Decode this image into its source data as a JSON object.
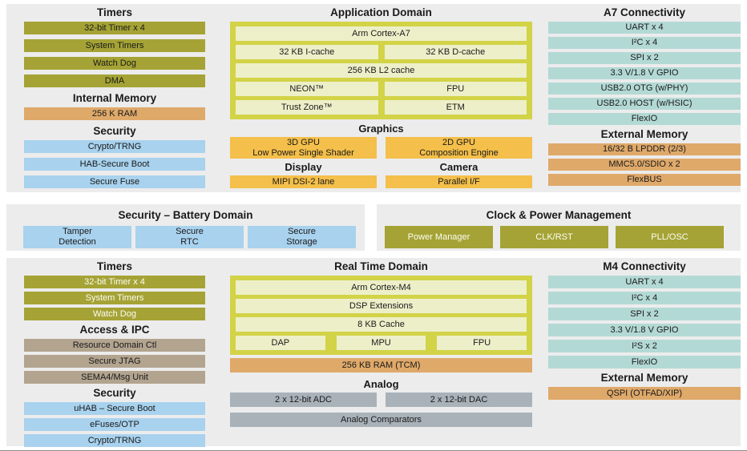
{
  "palette": {
    "panel_bg": "#ececec",
    "olive": "#a5a335",
    "memory_tan": "#dfa96a",
    "security_blue": "#a8d2ee",
    "connectivity_teal": "#b3d9d5",
    "graphics_gold": "#f4bf4a",
    "cpu_lime": "#d2d347",
    "cpu_pale_yellow": "#edefc9",
    "analog_gray": "#a9b2b9",
    "access_taupe": "#b2a48f"
  },
  "top": {
    "timers": {
      "title": "Timers",
      "items": [
        "32-bit Timer x 4",
        "System Timers",
        "Watch Dog",
        "DMA"
      ]
    },
    "internal_memory": {
      "title": "Internal Memory",
      "items": [
        "256 K RAM"
      ]
    },
    "security": {
      "title": "Security",
      "items": [
        "Crypto/TRNG",
        "HAB-Secure Boot",
        "Secure Fuse"
      ]
    },
    "application_domain": {
      "title": "Application Domain",
      "cpu": "Arm Cortex-A7",
      "icache": "32 KB I-cache",
      "dcache": "32 KB D-cache",
      "l2": "256 KB L2 cache",
      "neon": "NEON™",
      "fpu": "FPU",
      "trustzone": "Trust Zone™",
      "etm": "ETM"
    },
    "graphics": {
      "title": "Graphics",
      "gpu3d": "3D GPU\nLow Power Single Shader",
      "gpu2d": "2D GPU\nComposition Engine"
    },
    "display": {
      "title": "Display",
      "item": "MIPI DSI-2 lane"
    },
    "camera": {
      "title": "Camera",
      "item": "Parallel I/F"
    },
    "a7_connectivity": {
      "title": "A7 Connectivity",
      "items": [
        "UART x 4",
        "I²C x 4",
        "SPI x 2",
        "3.3 V/1.8 V GPIO",
        "USB2.0 OTG (w/PHY)",
        "USB2.0 HOST (w/HSIC)",
        "FlexIO"
      ]
    },
    "external_memory": {
      "title": "External Memory",
      "items": [
        "16/32 B LPDDR (2/3)",
        "MMC5.0/SDIO x 2",
        "FlexBUS"
      ]
    }
  },
  "middle": {
    "battery_domain": {
      "title": "Security – Battery Domain",
      "items": [
        "Tamper\nDetection",
        "Secure\nRTC",
        "Secure\nStorage"
      ]
    },
    "clock_power": {
      "title": "Clock & Power Management",
      "items": [
        "Power Manager",
        "CLK/RST",
        "PLL/OSC"
      ]
    }
  },
  "bottom": {
    "timers": {
      "title": "Timers",
      "items": [
        "32-bit Timer x 4",
        "System Timers",
        "Watch Dog"
      ]
    },
    "access_ipc": {
      "title": "Access & IPC",
      "items": [
        "Resource Domain Ctl",
        "Secure JTAG",
        "SEMA4/Msg Unit"
      ]
    },
    "security": {
      "title": "Security",
      "items": [
        "uHAB – Secure Boot",
        "eFuses/OTP",
        "Crypto/TRNG"
      ]
    },
    "real_time_domain": {
      "title": "Real Time Domain",
      "cpu": "Arm Cortex-M4",
      "dsp": "DSP Extensions",
      "cache": "8 KB Cache",
      "dap": "DAP",
      "mpu": "MPU",
      "fpu": "FPU"
    },
    "internal_memory": {
      "items": [
        "256 KB RAM (TCM)"
      ]
    },
    "analog": {
      "title": "Analog",
      "adc": "2 x 12-bit ADC",
      "dac": "2 x 12-bit DAC",
      "comparators": "Analog Comparators"
    },
    "m4_connectivity": {
      "title": "M4 Connectivity",
      "items": [
        "UART x 4",
        "I²C x 4",
        "SPI x 2",
        "3.3 V/1.8 V GPIO",
        "I²S x 2",
        "FlexIO"
      ]
    },
    "external_memory": {
      "title": "External Memory",
      "items": [
        "QSPI (OTFAD/XIP)"
      ]
    }
  }
}
